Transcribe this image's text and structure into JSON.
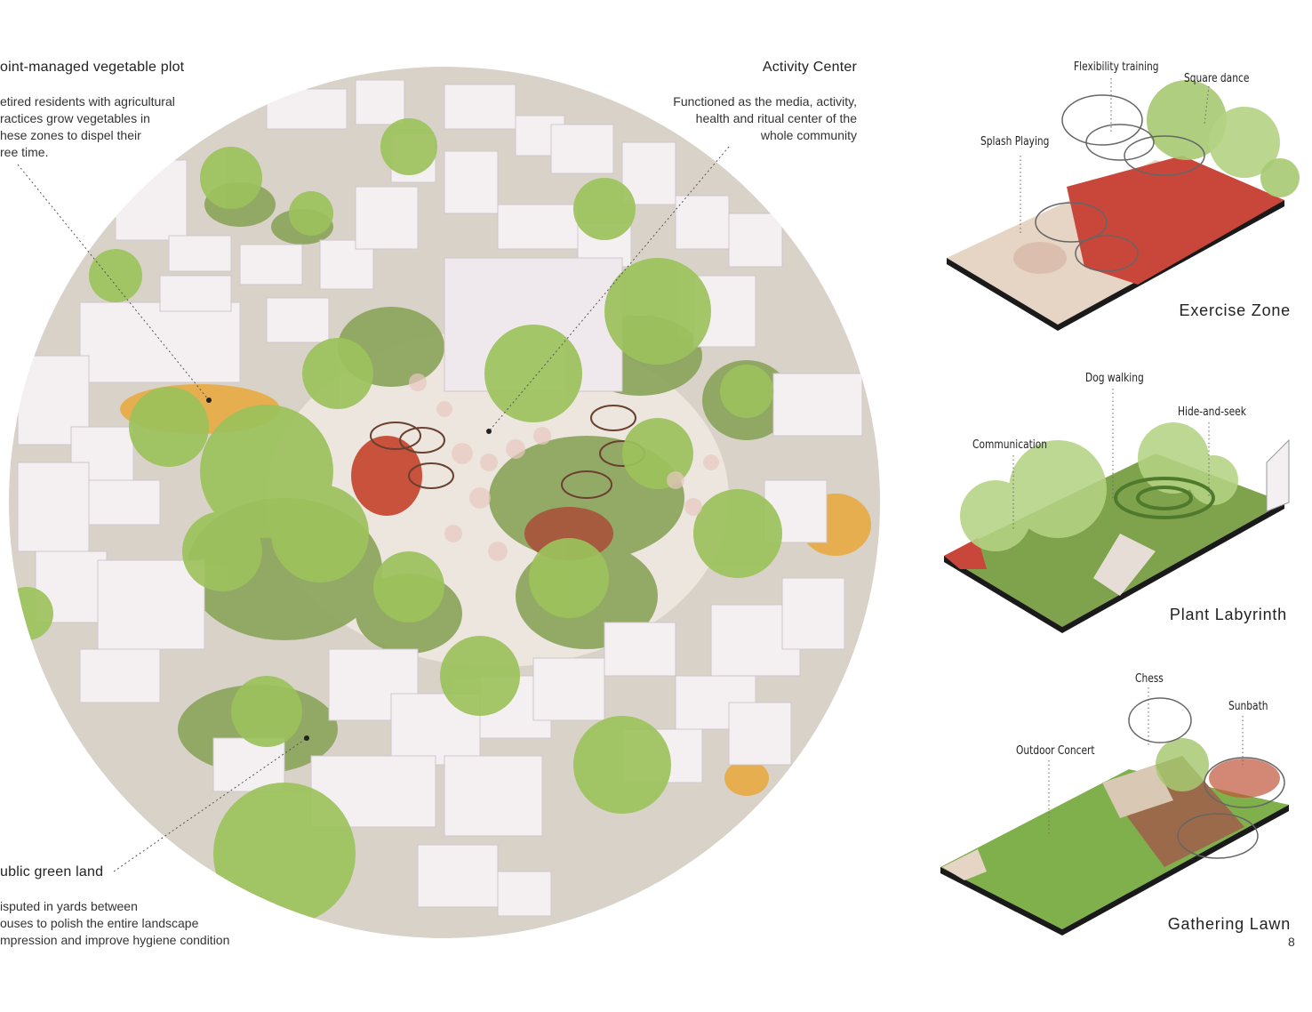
{
  "left_annotations": {
    "vegetable_plot": {
      "title": "oint-managed vegetable plot",
      "body": [
        "etired residents with agricultural",
        "ractices grow vegetables in",
        "hese zones to dispel their",
        "ree time."
      ]
    },
    "public_green": {
      "title": "ublic green land",
      "body": [
        "isputed in yards between",
        "ouses to polish the entire landscape",
        "mpression and improve hygiene condition"
      ]
    }
  },
  "activity_center": {
    "title": "Activity Center",
    "body": [
      "Functioned as the media, activity,",
      "health and ritual center of the",
      "whole community"
    ]
  },
  "zones": {
    "exercise": {
      "title": "Exercise Zone",
      "labels": [
        "Flexibility training",
        "Square dance",
        "Splash Playing"
      ]
    },
    "labyrinth": {
      "title": "Plant Labyrinth",
      "labels": [
        "Dog walking",
        "Hide-and-seek",
        "Communication"
      ]
    },
    "lawn": {
      "title": "Gathering Lawn",
      "labels": [
        "Chess",
        "Sunbath",
        "Outdoor Concert"
      ]
    }
  },
  "page_number": "8"
}
